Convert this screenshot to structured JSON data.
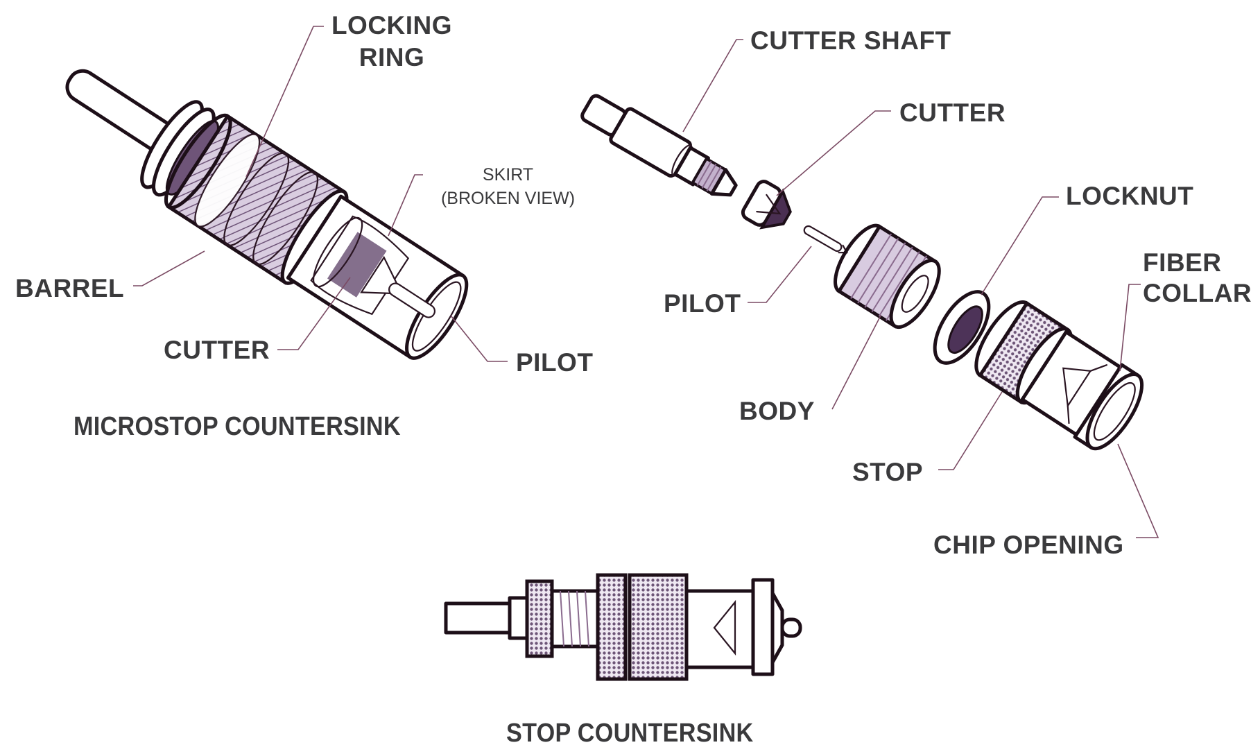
{
  "figures": [
    {
      "id": "microstop",
      "title": "MICROSTOP COUNTERSINK",
      "labels": {
        "locking_ring": [
          "LOCKING",
          "RING"
        ],
        "skirt": [
          "SKIRT",
          "(BROKEN VIEW)"
        ],
        "barrel": "BARREL",
        "cutter": "CUTTER",
        "pilot": "PILOT"
      }
    },
    {
      "id": "exploded",
      "labels": {
        "cutter_shaft": "CUTTER SHAFT",
        "cutter": "CUTTER",
        "locknut": "LOCKNUT",
        "fiber_collar": [
          "FIBER",
          "COLLAR"
        ],
        "pilot": "PILOT",
        "body": "BODY",
        "stop": "STOP",
        "chip_opening": "CHIP OPENING"
      }
    },
    {
      "id": "stop",
      "title": "STOP COUNTERSINK"
    }
  ],
  "colors": {
    "text": "#3a3a3c",
    "leader": "#7a4a63",
    "ink": "#1d0f18",
    "knurl": "#b7a6c2"
  }
}
